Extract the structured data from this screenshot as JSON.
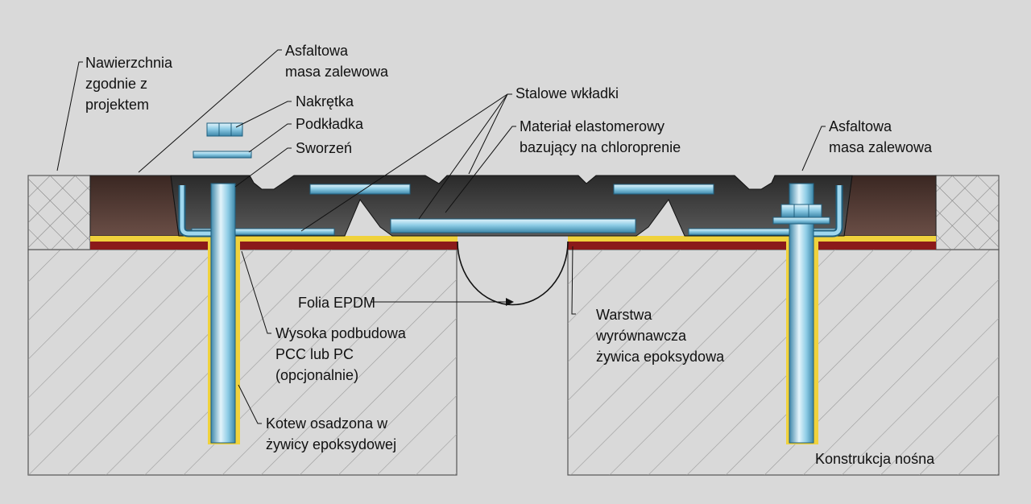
{
  "labels": {
    "surface": [
      "Nawierzchnia",
      "zgodnie z",
      "projektem"
    ],
    "asphalt_left": [
      "Asfaltowa",
      "masa zalewowa"
    ],
    "nut": "Nakrętka",
    "washer": "Podkładka",
    "bolt": "Sworzeń",
    "steel_inserts": "Stalowe wkładki",
    "elastomer": [
      "Materiał elastomerowy",
      "bazujący na chloroprenie"
    ],
    "asphalt_right": [
      "Asfaltowa",
      "masa zalewowa"
    ],
    "epdm": "Folia EPDM",
    "pcc": [
      "Wysoka podbudowa",
      "PCC lub PC",
      "(opcjonalnie)"
    ],
    "leveling": [
      "Warstwa",
      "wyrównawcza",
      "żywica epoksydowa"
    ],
    "anchor": [
      "Kotew osadzona w",
      "żywicy epoksydowej"
    ],
    "structure": "Konstrukcja nośna"
  },
  "colors": {
    "background": "#d9d9d9",
    "elastomer": "#3a3a3a",
    "asphalt": "#4a3530",
    "epoxy_red": "#8b1a1a",
    "epoxy_yellow": "#f0d23c",
    "steel": "#8ecde6"
  }
}
